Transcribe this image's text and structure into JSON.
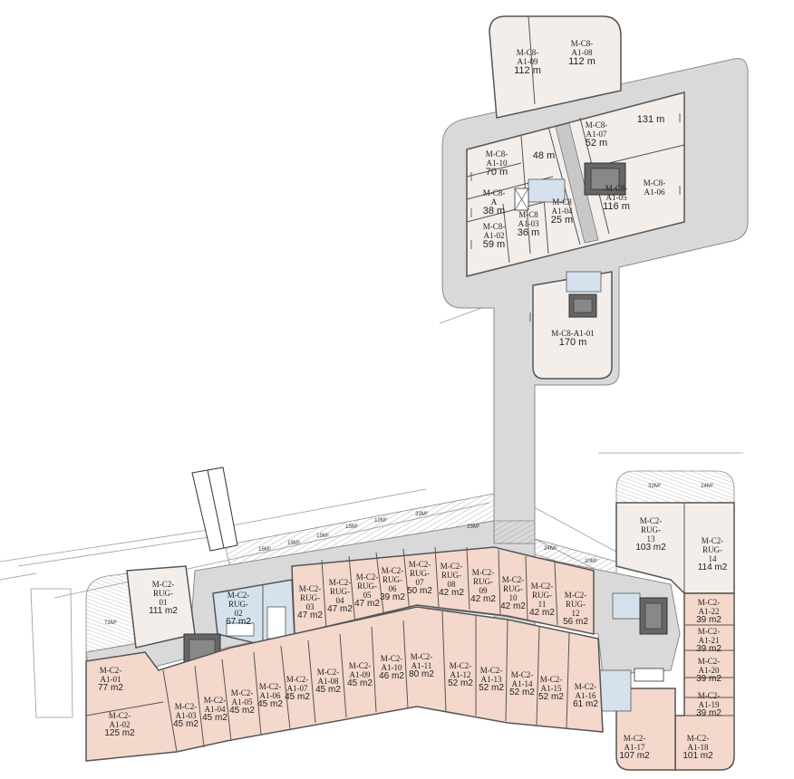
{
  "colors": {
    "corridor": "#d9d9d9",
    "corridor_stroke": "#8a8a8a",
    "office_unit": "#f3eeea",
    "retail_unit": "#f4d8cc",
    "service": "#d5e2ee",
    "stair": "#555555",
    "wall": "#555555",
    "hatch": "#9a9a9a"
  },
  "units": [
    {
      "id": "u-c8-a1-09",
      "name": "M-C8-\nA1-09",
      "area": "112 m"
    },
    {
      "id": "u-c8-a1-08",
      "name": "M-C8-\nA1-08",
      "area": "112 m"
    },
    {
      "id": "u-c8-a1-07",
      "name": "M-C8-\nA1-07",
      "area": "52 m"
    },
    {
      "id": "u-131",
      "name": "",
      "area": "131 m"
    },
    {
      "id": "u-c8-a1-10",
      "name": "M-C8-\nA1-10",
      "area": "70 m"
    },
    {
      "id": "u-48",
      "name": "",
      "area": "48 m"
    },
    {
      "id": "u-c8-a1-06",
      "name": "M-C8-\nA1-06",
      "area": ""
    },
    {
      "id": "u-c8-a1-05",
      "name": "M-C8-\nA1-05",
      "area": "116 m"
    },
    {
      "id": "u-c8-38",
      "name": "M-C8-\nA",
      "area": "38 m"
    },
    {
      "id": "u-c8-a1-04",
      "name": "M-C8\nA1-04",
      "area": "25 m"
    },
    {
      "id": "u-c8-a1-03",
      "name": "M-C8\nA1-03",
      "area": "36 m"
    },
    {
      "id": "u-c8-a1-02",
      "name": "M-C8-\nA1-02",
      "area": "59 m"
    },
    {
      "id": "u-c8-a1-01",
      "name": "M-C8-A1-01",
      "area": "170 m"
    },
    {
      "id": "u-c2-rug-01",
      "name": "M-C2-\nRUG-\n01",
      "area": "111 m2"
    },
    {
      "id": "u-c2-rug-02",
      "name": "M-C2-\nRUG-\n02",
      "area": "67 m2"
    },
    {
      "id": "u-c2-rug-03",
      "name": "M-C2-\nRUG-\n03",
      "area": "47 m2"
    },
    {
      "id": "u-c2-rug-04",
      "name": "M-C2-\nRUG-\n04",
      "area": "47 m2"
    },
    {
      "id": "u-c2-rug-05",
      "name": "M-C2-\nRUG-\n05",
      "area": "47 m2"
    },
    {
      "id": "u-c2-rug-06",
      "name": "M-C2-\nRUG-\n06",
      "area": "39 m2"
    },
    {
      "id": "u-c2-rug-07",
      "name": "M-C2-\nRUG-\n07",
      "area": "50 m2"
    },
    {
      "id": "u-c2-rug-08",
      "name": "M-C2-\nRUG-\n08",
      "area": "42 m2"
    },
    {
      "id": "u-c2-rug-09",
      "name": "M-C2-\nRUG-\n09",
      "area": "42 m2"
    },
    {
      "id": "u-c2-rug-10",
      "name": "M-C2-\nRUG-\n10",
      "area": "42 m2"
    },
    {
      "id": "u-c2-rug-11",
      "name": "M-C2-\nRUG-\n11",
      "area": "42 m2"
    },
    {
      "id": "u-c2-rug-12",
      "name": "M-C2-\nRUG-\n12",
      "area": "56 m2"
    },
    {
      "id": "u-c2-rug-13",
      "name": "M-C2-\nRUG-\n13",
      "area": "103 m2"
    },
    {
      "id": "u-c2-rug-14",
      "name": "M-C2-\nRUG-\n14",
      "area": "114 m2"
    },
    {
      "id": "u-c2-a1-01",
      "name": "M-C2-\nA1-01",
      "area": "77 m2"
    },
    {
      "id": "u-c2-a1-02",
      "name": "M-C2-\nA1-02",
      "area": "125 m2"
    },
    {
      "id": "u-c2-a1-03",
      "name": "M-C2-\nA1-03",
      "area": "45 m2"
    },
    {
      "id": "u-c2-a1-04",
      "name": "M-C2-\nA1-04",
      "area": "45 m2"
    },
    {
      "id": "u-c2-a1-05",
      "name": "M-C2-\nA1-05",
      "area": "45 m2"
    },
    {
      "id": "u-c2-a1-06",
      "name": "M-C2-\nA1-06",
      "area": "45 m2"
    },
    {
      "id": "u-c2-a1-07",
      "name": "M-C2-\nA1-07",
      "area": "45 m2"
    },
    {
      "id": "u-c2-a1-08",
      "name": "M-C2-\nA1-08",
      "area": "45 m2"
    },
    {
      "id": "u-c2-a1-09",
      "name": "M-C2-\nA1-09",
      "area": "45 m2"
    },
    {
      "id": "u-c2-a1-10",
      "name": "M-C2-\nA1-10",
      "area": "46 m2"
    },
    {
      "id": "u-c2-a1-11",
      "name": "M-C2-\nA1-11",
      "area": "80 m2"
    },
    {
      "id": "u-c2-a1-12",
      "name": "M-C2-\nA1-12",
      "area": "52 m2"
    },
    {
      "id": "u-c2-a1-13",
      "name": "M-C2-\nA1-13",
      "area": "52 m2"
    },
    {
      "id": "u-c2-a1-14",
      "name": "M-C2-\nA1-14",
      "area": "52 m2"
    },
    {
      "id": "u-c2-a1-15",
      "name": "M-C2-\nA1-15",
      "area": "52 m2"
    },
    {
      "id": "u-c2-a1-16",
      "name": "M-C2-\nA1-16",
      "area": "61 m2"
    },
    {
      "id": "u-c2-a1-17",
      "name": "M-C2-\nA1-17",
      "area": "107 m2"
    },
    {
      "id": "u-c2-a1-18",
      "name": "M-C2-\nA1-18",
      "area": "101 m2"
    },
    {
      "id": "u-c2-a1-19",
      "name": "M-C2-\nA1-19",
      "area": "39 m2"
    },
    {
      "id": "u-c2-a1-20",
      "name": "M-C2-\nA1-20",
      "area": "39 m2"
    },
    {
      "id": "u-c2-a1-21",
      "name": "M-C2-\nA1-21",
      "area": "39 m2"
    },
    {
      "id": "u-c2-a1-22",
      "name": "M-C2-\nA1-22",
      "area": "39 m2"
    }
  ],
  "balconies": [
    {
      "id": "b-72",
      "label": "72M²"
    },
    {
      "id": "b-15a",
      "label": "15M²"
    },
    {
      "id": "b-15b",
      "label": "15M²"
    },
    {
      "id": "b-15c",
      "label": "15M²"
    },
    {
      "id": "b-15d",
      "label": "15M²"
    },
    {
      "id": "b-12",
      "label": "12M²"
    },
    {
      "id": "b-33",
      "label": "33M²"
    },
    {
      "id": "b-23",
      "label": "23M²"
    },
    {
      "id": "b-24a",
      "label": "24M²"
    },
    {
      "id": "b-20",
      "label": "20M²"
    },
    {
      "id": "b-32",
      "label": "32M²"
    },
    {
      "id": "b-24b",
      "label": "24M²"
    }
  ]
}
